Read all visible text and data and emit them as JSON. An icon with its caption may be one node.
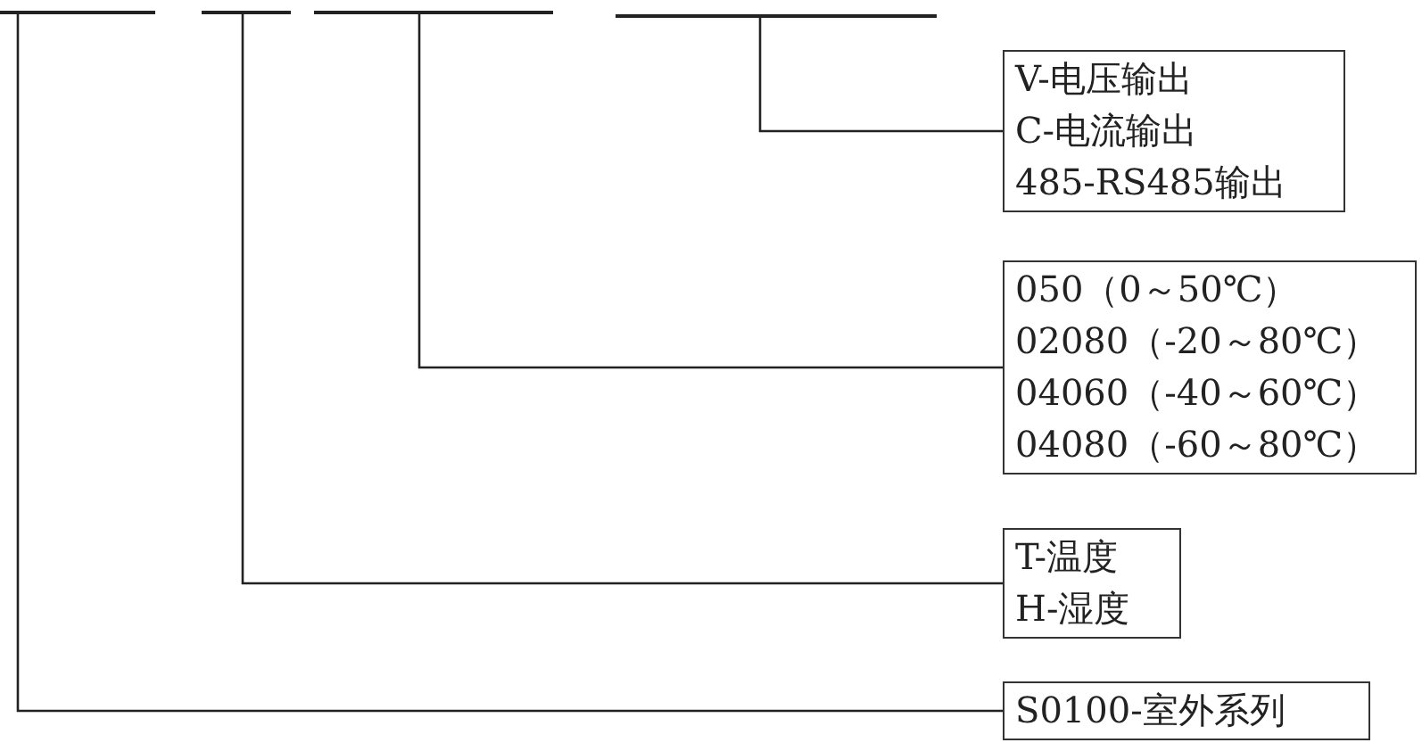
{
  "diagram": {
    "nodes": [
      {
        "text": [],
        "shape": "bar"
      },
      {
        "text": [],
        "shape": "bar"
      },
      {
        "text": [],
        "shape": "bar"
      },
      {
        "text": [],
        "shape": "bar"
      },
      {
        "text": [
          "V-电压输出",
          "C-电流输出",
          "485-RS485输出"
        ]
      },
      {
        "text": [
          "050（0～50℃）",
          "02080（-20～80℃）",
          "04060（-40～60℃）",
          "04080（-60～80℃）"
        ]
      },
      {
        "text": [
          "T-温度",
          "H-湿度"
        ]
      },
      {
        "text": [
          "S0100-室外系列"
        ]
      }
    ],
    "edges": [
      {
        "from": 3,
        "to": 4,
        "arrow": "none"
      },
      {
        "from": 2,
        "to": 5,
        "arrow": "none"
      },
      {
        "from": 1,
        "to": 6,
        "arrow": "none"
      },
      {
        "from": 0,
        "to": 7,
        "arrow": "none"
      }
    ]
  }
}
